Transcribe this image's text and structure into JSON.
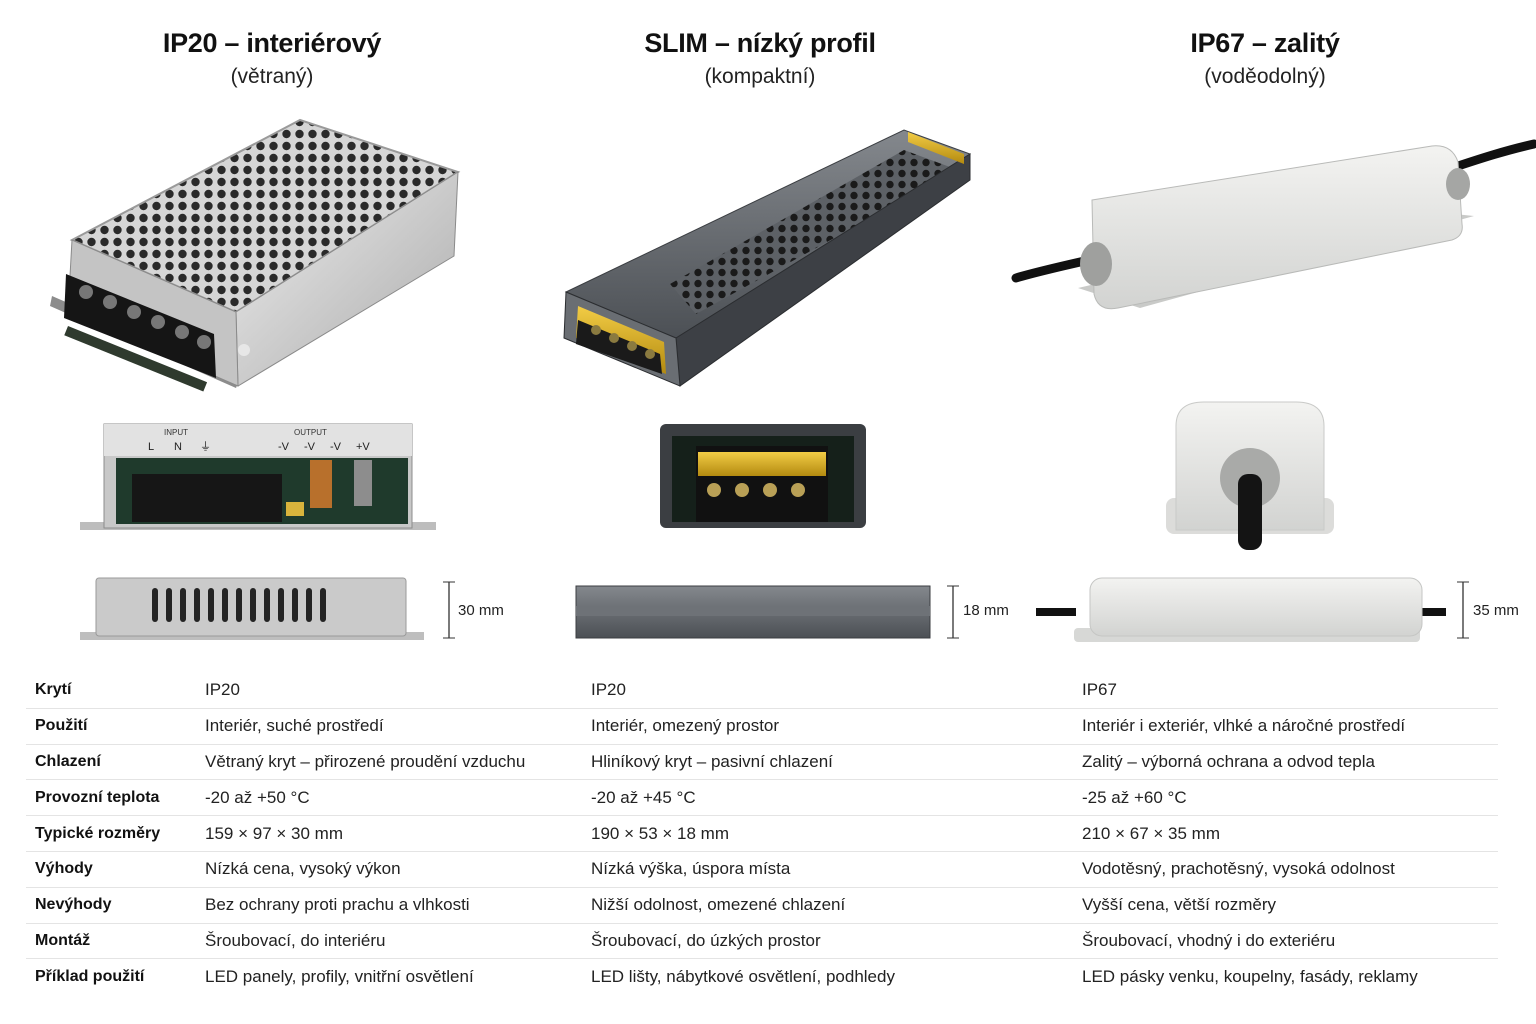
{
  "columns": [
    {
      "title": "IP20 – interiérový",
      "subtitle": "(větraný)"
    },
    {
      "title": "SLIM – nízký profil",
      "subtitle": "(kompaktní)"
    },
    {
      "title": "IP67 – zalitý",
      "subtitle": "(voděodolný)"
    }
  ],
  "front_labels": {
    "input": "INPUT",
    "output": "OUTPUT",
    "terminals": [
      "L",
      "N",
      "⏚",
      "-V",
      "-V",
      "-V",
      "+V"
    ]
  },
  "heights": [
    "30 mm",
    "18 mm",
    "35 mm"
  ],
  "rows": [
    {
      "label": "Krytí",
      "v": [
        "IP20",
        "IP20",
        "IP67"
      ]
    },
    {
      "label": "Použití",
      "v": [
        "Interiér, suché prostředí",
        "Interiér, omezený prostor",
        "Interiér i exteriér, vlhké a náročné prostředí"
      ]
    },
    {
      "label": "Chlazení",
      "v": [
        "Větraný kryt – přirozené proudění vzduchu",
        "Hliníkový kryt – pasivní chlazení",
        "Zalitý – výborná ochrana a odvod tepla"
      ]
    },
    {
      "label": "Provozní teplota",
      "v": [
        "-20 až +50 °C",
        "-20 až +45 °C",
        "-25 až +60 °C"
      ]
    },
    {
      "label": "Typické rozměry",
      "v": [
        "159 × 97 × 30 mm",
        "190 × 53 × 18 mm",
        "210 × 67 × 35 mm"
      ]
    },
    {
      "label": "Výhody",
      "v": [
        "Nízká cena, vysoký výkon",
        "Nízká výška, úspora místa",
        "Vodotěsný, prachotěsný, vysoká odolnost"
      ]
    },
    {
      "label": "Nevýhody",
      "v": [
        "Bez ochrany proti prachu a vlhkosti",
        "Nižší odolnost, omezené chlazení",
        "Vyšší cena, větší rozměry"
      ]
    },
    {
      "label": "Montáž",
      "v": [
        "Šroubovací, do interiéru",
        "Šroubovací, do úzkých prostor",
        "Šroubovací, vhodný i do exteriéru"
      ]
    },
    {
      "label": "Příklad použití",
      "v": [
        "LED panely, profily, vnitřní osvětlení",
        "LED lišty, nábytkové osvětlení, podhledy",
        "LED pásky venku, koupelny, fasády, reklamy"
      ]
    }
  ]
}
